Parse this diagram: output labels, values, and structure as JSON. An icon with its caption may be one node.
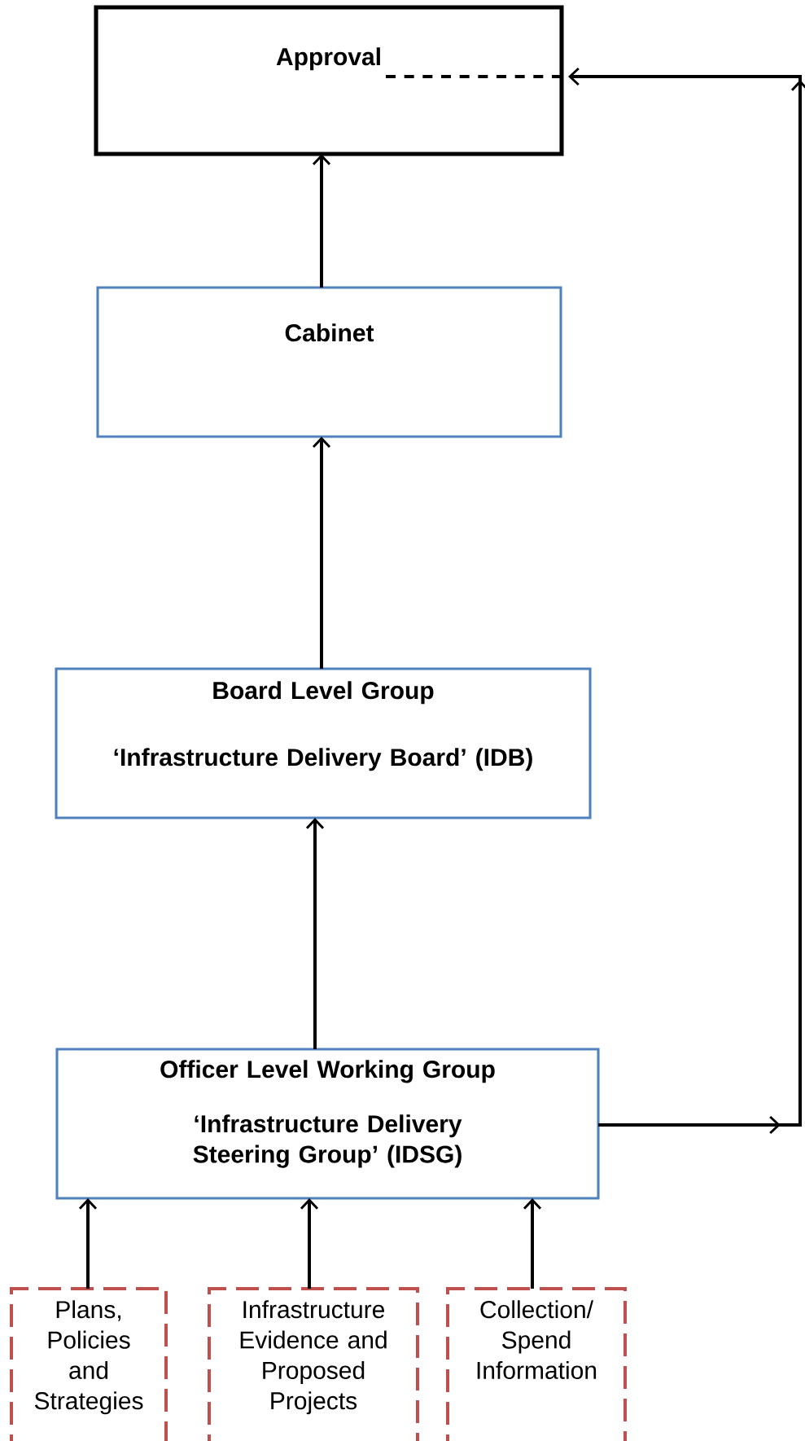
{
  "diagram": {
    "nodes": [
      {
        "text": [
          "Approval"
        ]
      },
      {
        "text": [
          "Cabinet"
        ]
      },
      {
        "text": [
          "Board Level Group",
          "‘Infrastructure Delivery Board’ (IDB)"
        ]
      },
      {
        "text": [
          "Officer Level Working Group",
          "‘Infrastructure Delivery Steering Group’ (IDSG)"
        ]
      },
      {
        "text": [
          "Plans, Policies and Strategies"
        ]
      },
      {
        "text": [
          "Infrastructure Evidence and Proposed Projects"
        ]
      },
      {
        "text": [
          "Collection/ Spend Information"
        ]
      }
    ],
    "edges": [
      {
        "from": 1,
        "to": 0,
        "arrow": "to"
      },
      {
        "from": 2,
        "to": 1,
        "arrow": "to"
      },
      {
        "from": 3,
        "to": 2,
        "arrow": "to"
      },
      {
        "from": 4,
        "to": 3,
        "arrow": "to"
      },
      {
        "from": 5,
        "to": 3,
        "arrow": "to"
      },
      {
        "from": 6,
        "to": 3,
        "arrow": "to"
      },
      {
        "from": 3,
        "to": 0,
        "arrow": "to"
      }
    ]
  }
}
